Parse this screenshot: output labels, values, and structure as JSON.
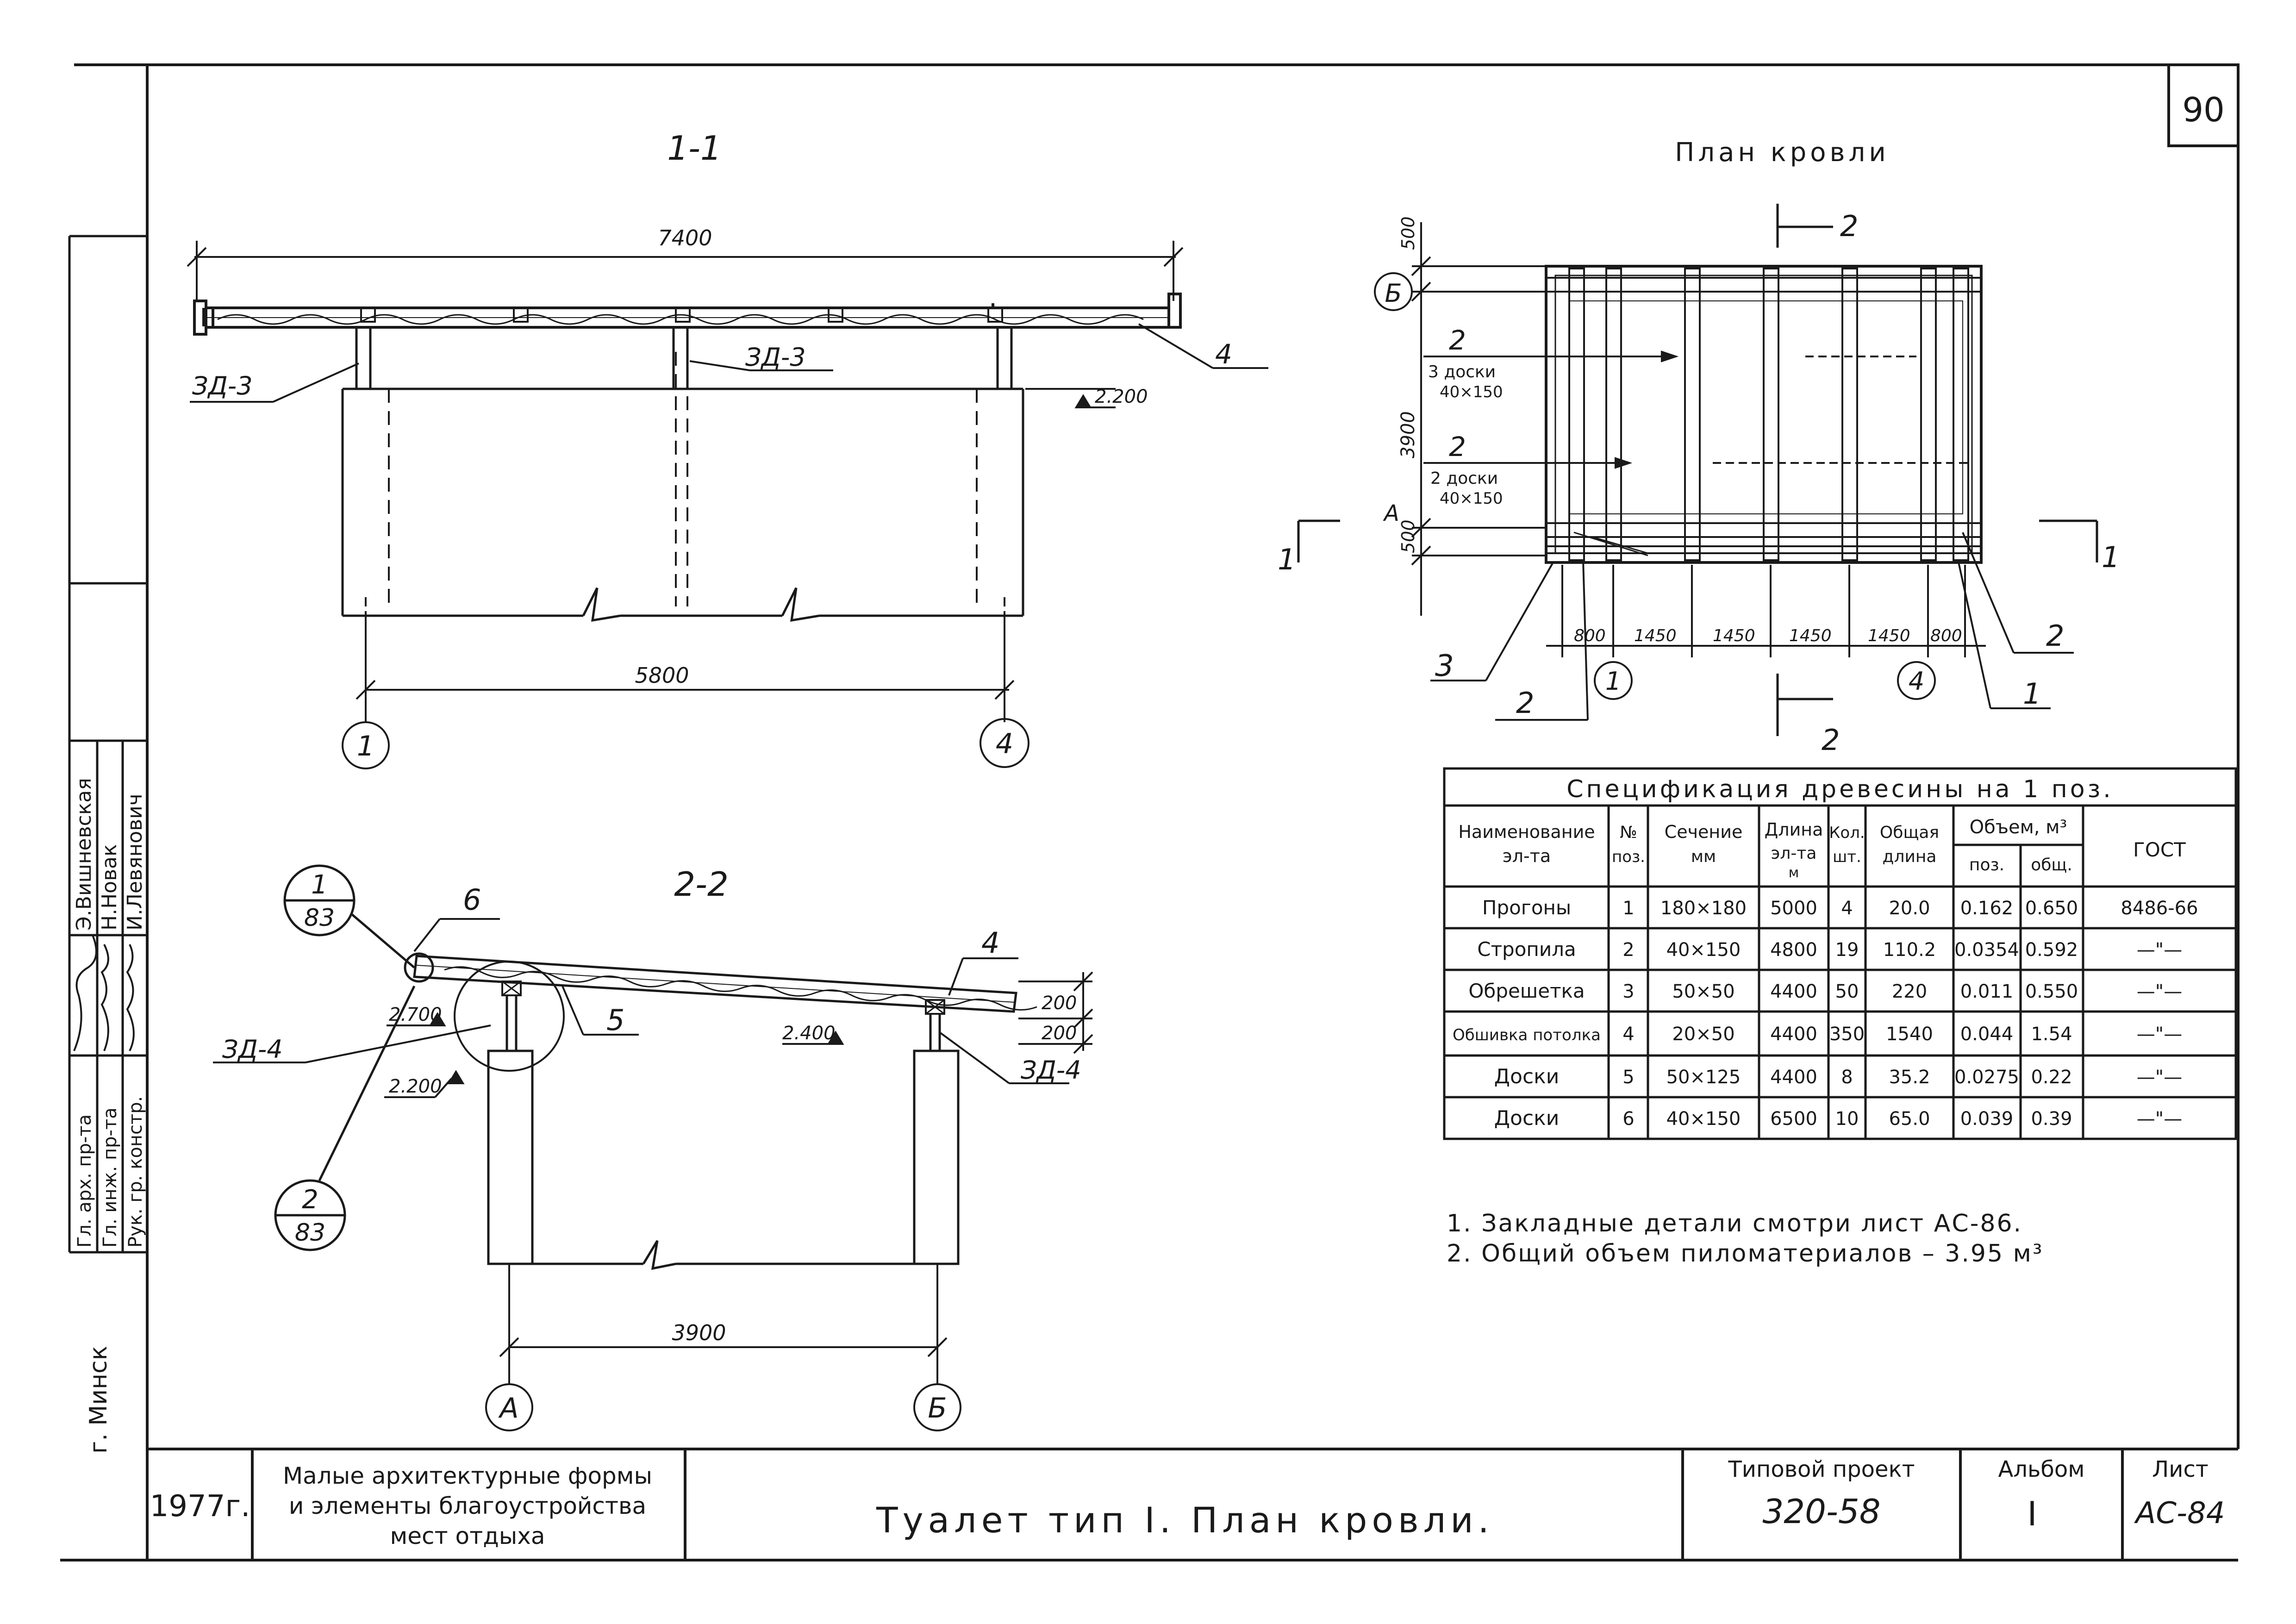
{
  "sheet_number": "90",
  "section_1_1": {
    "title": "1-1",
    "dim_overall": "7400",
    "dim_axes": "5800",
    "label_zd3_left": "ЗД-3",
    "label_zd3_mid": "ЗД-3",
    "label_pos4": "4",
    "level": "2.200",
    "axis_1": "1",
    "axis_4": "4"
  },
  "section_2_2": {
    "title": "2-2",
    "detail_1_num": "1",
    "detail_1_sheet": "83",
    "detail_2_num": "2",
    "detail_2_sheet": "83",
    "label_pos6": "6",
    "label_pos5": "5",
    "label_pos4": "4",
    "label_zd4_left": "ЗД-4",
    "label_zd4_right": "ЗД-4",
    "level_top_left": "2.700",
    "level_mid_right": "2.400",
    "level_bottom_left": "2.200",
    "dim_200_a": "200",
    "dim_200_b": "200",
    "dim_axes": "3900",
    "axis_a": "А",
    "axis_b": "Б"
  },
  "roof_plan": {
    "title": "План кровли",
    "section_mark_2": "2",
    "section_mark_1": "1",
    "axis_b": "Б",
    "axis_a": "А",
    "dim_500_top": "500",
    "dim_3900": "3900",
    "dim_500_bottom": "500",
    "callout_2_top": "2",
    "callout_2_top_note1": "3 доски",
    "callout_2_top_note2": "40×150",
    "callout_2_mid": "2",
    "callout_2_mid_note1": "2 доски",
    "callout_2_mid_note2": "40×150",
    "dims_bottom": [
      "800",
      "1450",
      "1450",
      "1450",
      "1450",
      "800"
    ],
    "axis_1": "1",
    "axis_4": "4",
    "callout_3": "3",
    "callout_2_lower_left": "2",
    "callout_2_right": "2",
    "callout_1_right": "1"
  },
  "spec_table": {
    "title": "Спецификация древесины на 1 поз.",
    "headers": {
      "name": [
        "Наименование",
        "эл-та"
      ],
      "pos": [
        "№",
        "поз."
      ],
      "section": [
        "Сечение",
        "мм"
      ],
      "length": [
        "Длина",
        "эл-та",
        "м"
      ],
      "qty": [
        "Кол.",
        "шт."
      ],
      "total_length": [
        "Общая",
        "длина"
      ],
      "volume": "Объем, м³",
      "volume_pos": "поз.",
      "volume_total": "общ.",
      "gost": "ГОСТ"
    },
    "rows": [
      [
        "Прогоны",
        "1",
        "180×180",
        "5000",
        "4",
        "20.0",
        "0.162",
        "0.650",
        "8486-66"
      ],
      [
        "Стропила",
        "2",
        "40×150",
        "4800",
        "19",
        "110.2",
        "0.0354",
        "0.592",
        "—\"—"
      ],
      [
        "Обрешетка",
        "3",
        "50×50",
        "4400",
        "50",
        "220",
        "0.011",
        "0.550",
        "—\"—"
      ],
      [
        "Обшивка потолка",
        "4",
        "20×50",
        "4400",
        "350",
        "1540",
        "0.044",
        "1.54",
        "—\"—"
      ],
      [
        "Доски",
        "5",
        "50×125",
        "4400",
        "8",
        "35.2",
        "0.0275",
        "0.22",
        "—\"—"
      ],
      [
        "Доски",
        "6",
        "40×150",
        "6500",
        "10",
        "65.0",
        "0.039",
        "0.39",
        "—\"—"
      ]
    ]
  },
  "notes": [
    "1. Закладные детали смотри лист АС-86.",
    "2. Общий объем пиломатериалов – 3.95 м³"
  ],
  "left_stamp": {
    "roles": [
      "Гл. арх. пр-та",
      "Гл. инж. пр-та",
      "Рук. гр. констр."
    ],
    "names": [
      "Э.Вишневская",
      "Н.Новак",
      "И.Левянович"
    ],
    "city": "г. Минск"
  },
  "title_block": {
    "year": "1977г.",
    "series_line1": "Малые архитектурные формы",
    "series_line2": "и элементы благоустройства",
    "series_line3": "мест отдыха",
    "title": "Туалет тип I. План кровли.",
    "project_label": "Типовой проект",
    "project_value": "320-58",
    "album_label": "Альбом",
    "album_value": "I",
    "sheet_label": "Лист",
    "sheet_value": "АС-84"
  },
  "colors": {
    "ink": "#1a1a1a",
    "paper": "#ffffff"
  }
}
